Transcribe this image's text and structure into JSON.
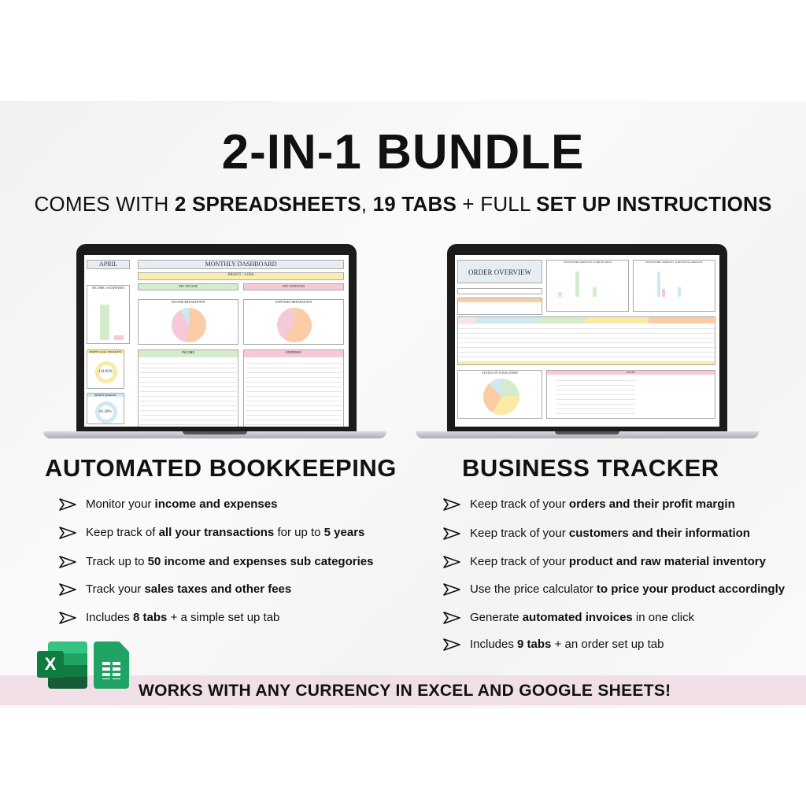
{
  "title": "2-IN-1 BUNDLE",
  "subtitle": {
    "parts": [
      {
        "text": "COMES WITH ",
        "bold": false
      },
      {
        "text": "2 SPREADSHEETS",
        "bold": true
      },
      {
        "text": ", ",
        "bold": false
      },
      {
        "text": "19 TABS",
        "bold": true
      },
      {
        "text": " + FULL ",
        "bold": false
      },
      {
        "text": "SET UP INSTRUCTIONS",
        "bold": true
      }
    ]
  },
  "left_screen": {
    "month": "APRIL",
    "dashboard_title": "MONTHLY DASHBOARD",
    "profit_label": "PROFIT / LOSS",
    "net_income": "NET INCOME",
    "net_expenses": "NET EXPENSES",
    "income_breakdown": "INCOME BREAKDOWN",
    "expenses_breakdown": "EXPENSES BREAKDOWN",
    "income_vs_expenses": "INCOME vs EXPENSES",
    "profit_goal": "PROFIT GOAL PROGRESS",
    "profit_goal_value": "132.65%",
    "profit_margin": "PROFIT MARGIN",
    "profit_margin_value": "81.50%",
    "income_table": "INCOME",
    "expenses_table": "EXPENSES"
  },
  "right_screen": {
    "title": "ORDER OVERVIEW",
    "chart1": "INVENTORY AMOUNT vs PRICE SOLD",
    "chart2": "INVENTORY AMOUNT vs RESTOCK AMOUNT",
    "status_title": "STATUS OF YOUR ITEMS",
    "notes": "NOTES"
  },
  "left": {
    "heading": "AUTOMATED BOOKKEEPING",
    "bullets": [
      [
        {
          "text": "Monitor your ",
          "bold": false
        },
        {
          "text": "income and expenses",
          "bold": true
        }
      ],
      [
        {
          "text": "Keep track of ",
          "bold": false
        },
        {
          "text": "all your transactions",
          "bold": true
        },
        {
          "text": " for up to ",
          "bold": false
        },
        {
          "text": "5 years",
          "bold": true
        }
      ],
      [
        {
          "text": "Track up to ",
          "bold": false
        },
        {
          "text": "50 income and expenses sub categories",
          "bold": true
        }
      ],
      [
        {
          "text": "Track your ",
          "bold": false
        },
        {
          "text": "sales taxes and other fees",
          "bold": true
        }
      ],
      [
        {
          "text": "Includes ",
          "bold": false
        },
        {
          "text": "8 tabs",
          "bold": true
        },
        {
          "text": " + a simple set up tab",
          "bold": false
        }
      ]
    ]
  },
  "right": {
    "heading": "BUSINESS TRACKER",
    "bullets": [
      [
        {
          "text": "Keep track of your ",
          "bold": false
        },
        {
          "text": "orders and their profit margin",
          "bold": true
        }
      ],
      [
        {
          "text": "Keep track of your ",
          "bold": false
        },
        {
          "text": "customers and their information",
          "bold": true
        }
      ],
      [
        {
          "text": "Keep track of your ",
          "bold": false
        },
        {
          "text": "product and raw material inventory",
          "bold": true
        }
      ],
      [
        {
          "text": "Use the price calculator ",
          "bold": false
        },
        {
          "text": "to price your product accordingly",
          "bold": true
        }
      ],
      [
        {
          "text": "Generate ",
          "bold": false
        },
        {
          "text": "automated invoices",
          "bold": true
        },
        {
          "text": " in one click",
          "bold": false
        }
      ],
      [
        {
          "text": "Includes ",
          "bold": false
        },
        {
          "text": "9 tabs",
          "bold": true
        },
        {
          "text": " + an order set up tab",
          "bold": false
        }
      ]
    ]
  },
  "banner": "WORKS WITH ANY CURRENCY IN EXCEL AND GOOGLE SHEETS!",
  "icons": [
    "excel-icon",
    "google-sheets-icon"
  ],
  "colors": {
    "banner": "#f0dfe6",
    "excel": "#1f7a44",
    "sheets": "#1fa463",
    "pastel_green": "#d4ebcc",
    "pastel_pink": "#f6c9d9",
    "pastel_yellow": "#fbe9a6",
    "pastel_blue": "#cfe9f3",
    "pastel_orange": "#fbcda6"
  }
}
